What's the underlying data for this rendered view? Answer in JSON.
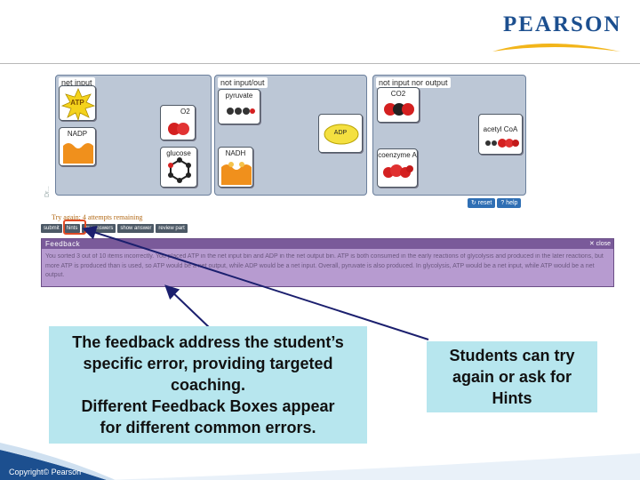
{
  "logo": {
    "text": "PEARSON",
    "brand_color": "#1c4f8f",
    "swoosh_color": "#f2b51a"
  },
  "activity": {
    "side_label": "Dr...",
    "bins": [
      {
        "label": "net input"
      },
      {
        "label": "not input/out"
      },
      {
        "label": "not input nor output"
      }
    ],
    "cards": [
      {
        "label": "ATP"
      },
      {
        "label": "NADP"
      },
      {
        "label": "O2"
      },
      {
        "label": "glucose"
      },
      {
        "label": "pyruvate"
      },
      {
        "label": "NADH"
      },
      {
        "label": "ADP"
      },
      {
        "label": "CO2"
      },
      {
        "label": "coenzyme A"
      },
      {
        "label": "acetyl CoA"
      }
    ],
    "reset_label": "↻ reset",
    "help_label": "? help",
    "try_again_text": "Try again; 4 attempts remaining",
    "actions": [
      {
        "label": "submit"
      },
      {
        "label": "hints"
      },
      {
        "label": "my answers"
      },
      {
        "label": "show answer"
      },
      {
        "label": "review part"
      }
    ],
    "feedback": {
      "title": "Feedback",
      "close_label": "✕ close",
      "body": "You sorted 3 out of 10 items incorrectly. You placed ATP in the net input bin and ADP in the net output bin. ATP is both consumed in the early reactions of glycolysis and produced in the later reactions, but more ATP is produced than is used, so ATP would be a net output, while ADP would be a net input. Overall, pyruvate is also produced. In glycolysis, ATP would be a net input, while ATP would be a net output."
    }
  },
  "callouts": {
    "left_lines": [
      "The feedback address the student’s",
      "specific error, providing targeted",
      "coaching.",
      "Different Feedback Boxes appear",
      "for different common errors."
    ],
    "right_lines": [
      "Students can try",
      "again or ask for",
      "Hints"
    ],
    "background_color": "#b7e6ee",
    "arrow_color": "#1b1f6e"
  },
  "footer": {
    "copyright": "Copyright© Pearson",
    "band_color": "#1c4f8f"
  }
}
